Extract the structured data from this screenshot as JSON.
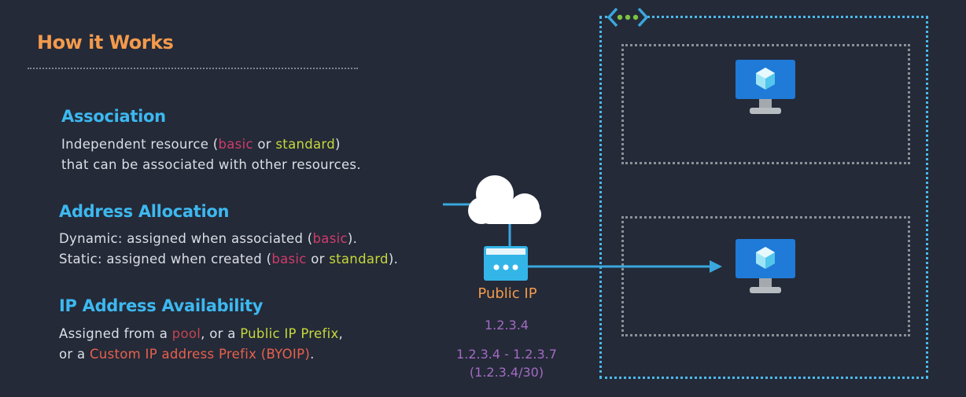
{
  "header": {
    "title": "How it Works"
  },
  "sections": [
    {
      "heading": "Association",
      "lines": [
        [
          {
            "text": "Independent resource (",
            "style": "plain"
          },
          {
            "text": "basic",
            "style": "basic"
          },
          {
            "text": " or ",
            "style": "plain"
          },
          {
            "text": "standard",
            "style": "standard"
          },
          {
            "text": ")",
            "style": "plain"
          }
        ],
        [
          {
            "text": "that can be associated with other resources.",
            "style": "plain"
          }
        ]
      ]
    },
    {
      "heading": "Address Allocation",
      "lines": [
        [
          {
            "text": "Dynamic: assigned when associated (",
            "style": "plain"
          },
          {
            "text": "basic",
            "style": "basic"
          },
          {
            "text": ").",
            "style": "plain"
          }
        ],
        [
          {
            "text": "Static: assigned when created (",
            "style": "plain"
          },
          {
            "text": "basic",
            "style": "basic"
          },
          {
            "text": " or ",
            "style": "plain"
          },
          {
            "text": "standard",
            "style": "standard"
          },
          {
            "text": ").",
            "style": "plain"
          }
        ]
      ]
    },
    {
      "heading": "IP Address Availability",
      "lines": [
        [
          {
            "text": "Assigned from a ",
            "style": "plain"
          },
          {
            "text": "pool",
            "style": "pool"
          },
          {
            "text": ", or a ",
            "style": "plain"
          },
          {
            "text": "Public IP Prefix",
            "style": "prefix"
          },
          {
            "text": ",",
            "style": "plain"
          }
        ],
        [
          {
            "text": "or a ",
            "style": "plain"
          },
          {
            "text": "Custom IP address Prefix (BYOIP)",
            "style": "custom"
          },
          {
            "text": ".",
            "style": "plain"
          }
        ]
      ]
    }
  ],
  "diagram": {
    "public_ip_label": "Public IP",
    "single_ip": "1.2.3.4",
    "ip_range": "1.2.3.4 - 1.2.3.7",
    "ip_prefix": "(1.2.3.4/30)",
    "icons": [
      "cloud-icon",
      "public-ip-icon",
      "vnet-icon",
      "virtual-machine-icon",
      "virtual-machine-icon"
    ]
  },
  "colors": {
    "background": "#242a38",
    "title": "#f39a4c",
    "heading": "#3db8f0",
    "basic": "#d03b6a",
    "standard": "#c6d83a",
    "ip_text": "#a36bc3",
    "connector": "#3aa7dd"
  }
}
